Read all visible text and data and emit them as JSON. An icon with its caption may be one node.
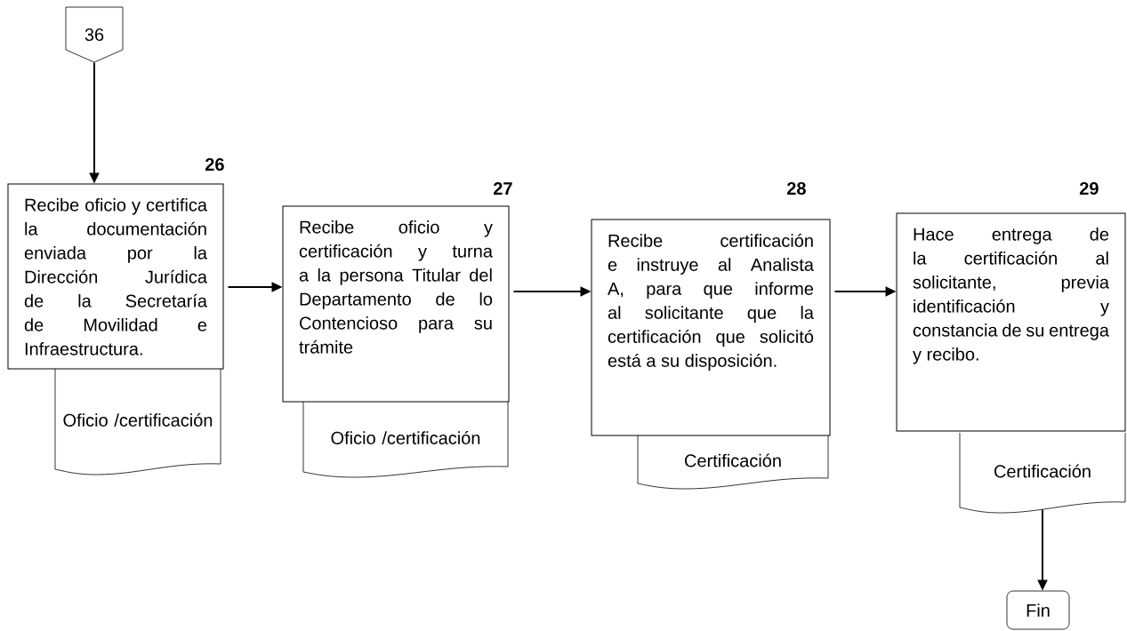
{
  "diagram": {
    "nodes": [
      {
        "text": [
          "36"
        ]
      },
      {
        "text": [
          "Recibe oficio y certifica la documentación enviada por la Dirección Jurídica de la Secretaría de Movilidad e Infraestructura."
        ],
        "beside": [
          "26"
        ]
      },
      {
        "text": [
          "Oficio /certificación"
        ]
      },
      {
        "text": [
          "Recibe oficio y certificación y turna a la persona Titular del Departamento de lo Contencioso para su trámite"
        ],
        "beside": [
          "27"
        ]
      },
      {
        "text": [
          "Oficio /certificación"
        ]
      },
      {
        "text": [
          "Recibe certificación e instruye al Analista A, para que informe al solicitante que la certificación que solicitó está a su disposición."
        ],
        "beside": [
          "28"
        ]
      },
      {
        "text": [
          "Certificación"
        ]
      },
      {
        "text": [
          "Hace entrega de la certificación al solicitante, previa identificación y constancia de su entrega y recibo."
        ],
        "beside": [
          "29"
        ]
      },
      {
        "text": [
          "Certificación"
        ]
      },
      {
        "text": [
          "Fin"
        ]
      }
    ],
    "edges": [
      {
        "from": 0,
        "to": 1,
        "arrow": "to"
      },
      {
        "from": 1,
        "to": 3,
        "arrow": "to"
      },
      {
        "from": 3,
        "to": 5,
        "arrow": "to"
      },
      {
        "from": 5,
        "to": 7,
        "arrow": "to"
      },
      {
        "from": 8,
        "to": 9,
        "arrow": "to"
      }
    ]
  }
}
